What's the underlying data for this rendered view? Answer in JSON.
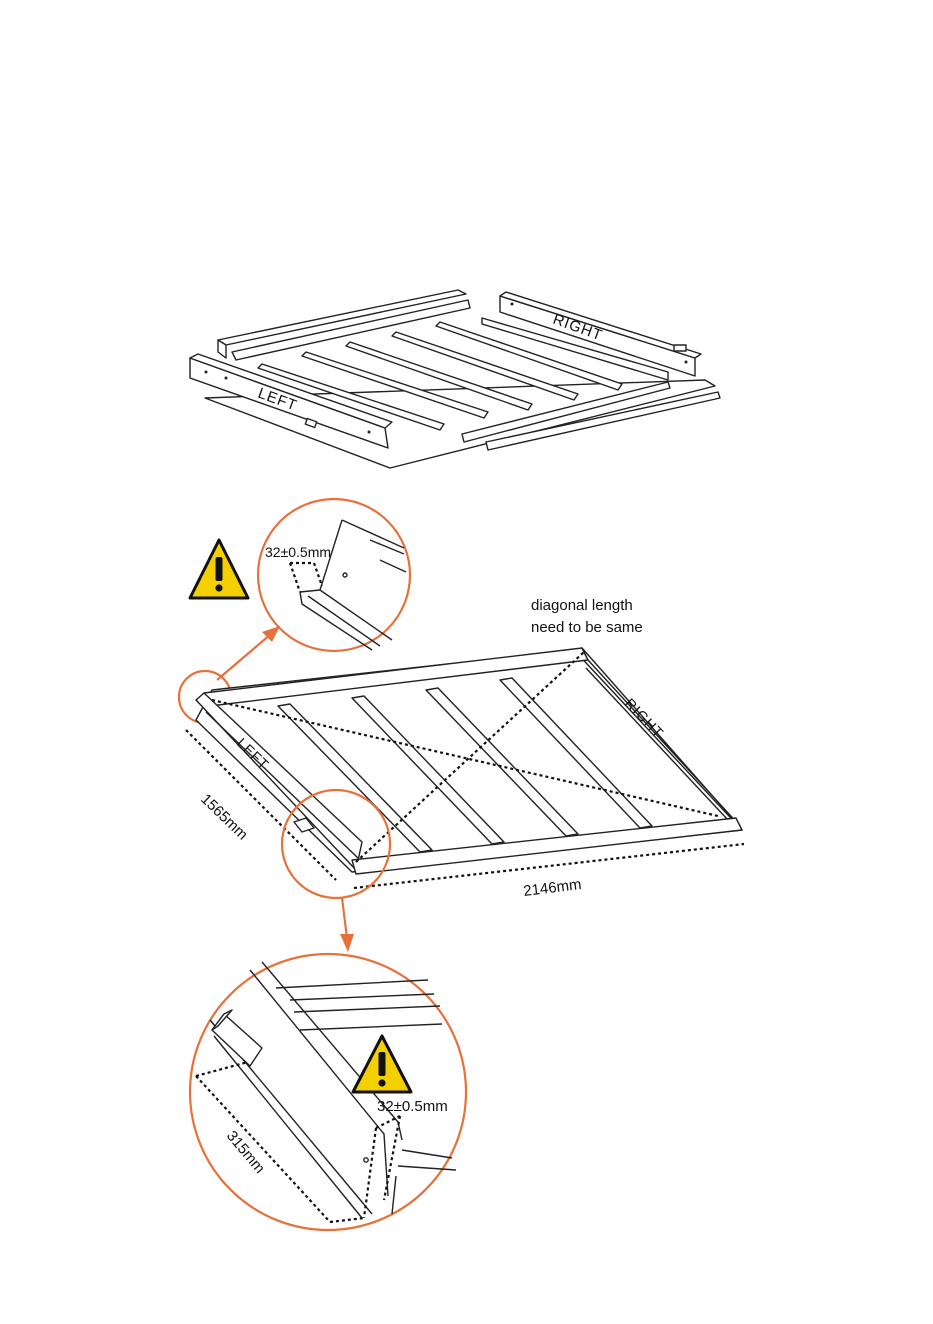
{
  "exploded_view": {
    "left_label": "LEFT",
    "right_label": "RIGHT"
  },
  "assembled_view": {
    "left_label": "LEFT",
    "right_label": "RIGHT",
    "diagonal_note_line1": "diagonal length",
    "diagonal_note_line2": "need to be same",
    "width_dimension": "2146mm",
    "depth_dimension": "1565mm"
  },
  "detail_top": {
    "gap_dimension": "32±0.5mm"
  },
  "detail_bottom": {
    "gap_dimension": "32±0.5mm",
    "offset_dimension": "315mm"
  },
  "colors": {
    "accent": "#e8703a",
    "warning_fill": "#f5d000",
    "line": "#222222"
  },
  "icons": [
    "warning-triangle-icon",
    "warning-triangle-icon"
  ]
}
